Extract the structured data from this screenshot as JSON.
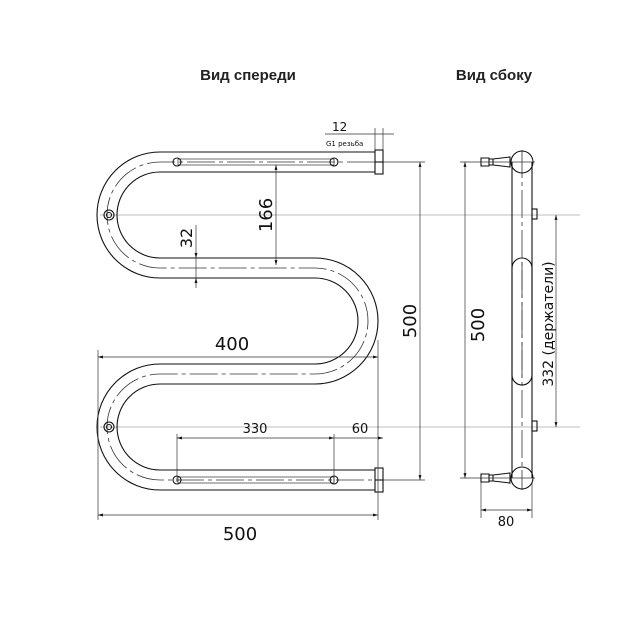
{
  "titles": {
    "front": "Вид спереди",
    "side": "Вид сбоку"
  },
  "front_dims": {
    "thread_width": "12",
    "thread_note": "G1 резьба",
    "pitch": "166",
    "tube_diameter": "32",
    "inner_width": "400",
    "height": "500",
    "mount_spacing": "330",
    "end_offset": "60",
    "total_width": "500"
  },
  "side_dims": {
    "height": "500",
    "holder_spacing": "332 (держатели)",
    "depth": "80"
  }
}
